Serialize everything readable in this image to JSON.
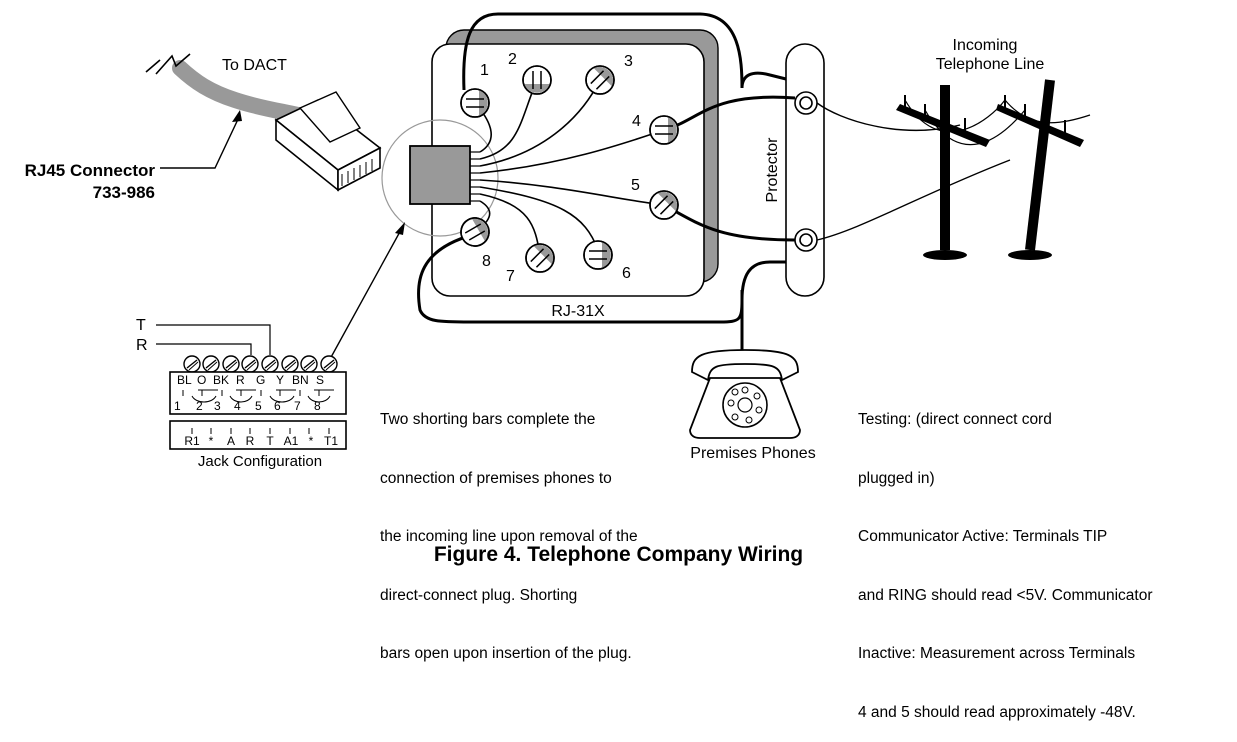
{
  "labels": {
    "to_dact": "To DACT",
    "rj45_connector": "RJ45 Connector",
    "rj45_part": "733-986",
    "rj31x": "RJ-31X",
    "protector": "Protector",
    "incoming_line_1": "Incoming",
    "incoming_line_2": "Telephone Line",
    "premises_phones": "Premises Phones",
    "t_wire": "T",
    "r_wire": "R",
    "jack_configuration": "Jack Configuration"
  },
  "terminals": [
    "1",
    "2",
    "3",
    "4",
    "5",
    "6",
    "7",
    "8"
  ],
  "jack": {
    "colors": [
      "BL",
      "O",
      "BK",
      "R",
      "G",
      "Y",
      "BN",
      "S"
    ],
    "pins": [
      "1",
      "2",
      "3",
      "4",
      "5",
      "6",
      "7",
      "8"
    ],
    "signals": [
      "R1",
      "*",
      "A",
      "R",
      "T",
      "A1",
      "*",
      "T1"
    ]
  },
  "shorting_text": [
    "Two shorting bars complete the",
    "connection of premises phones to",
    "the incoming line upon removal of the",
    "direct-connect plug. Shorting",
    "bars open upon insertion of the plug."
  ],
  "testing_text": [
    "Testing: (direct connect cord",
    "plugged in)",
    "Communicator Active: Terminals TIP",
    "and RING should read <5V. Communicator",
    "Inactive: Measurement across Terminals",
    "4 and 5 should read approximately -48V."
  ],
  "caption": "Figure 4.  Telephone Company Wiring"
}
